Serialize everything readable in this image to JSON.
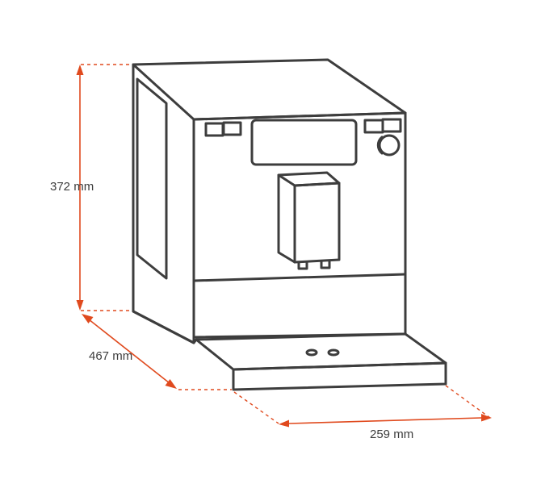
{
  "dimensions": {
    "height_label": "372 mm",
    "depth_label": "467 mm",
    "width_label": "259 mm"
  },
  "colors": {
    "outline": "#3d3d3d",
    "dimension_lines": "#e04a1e"
  }
}
